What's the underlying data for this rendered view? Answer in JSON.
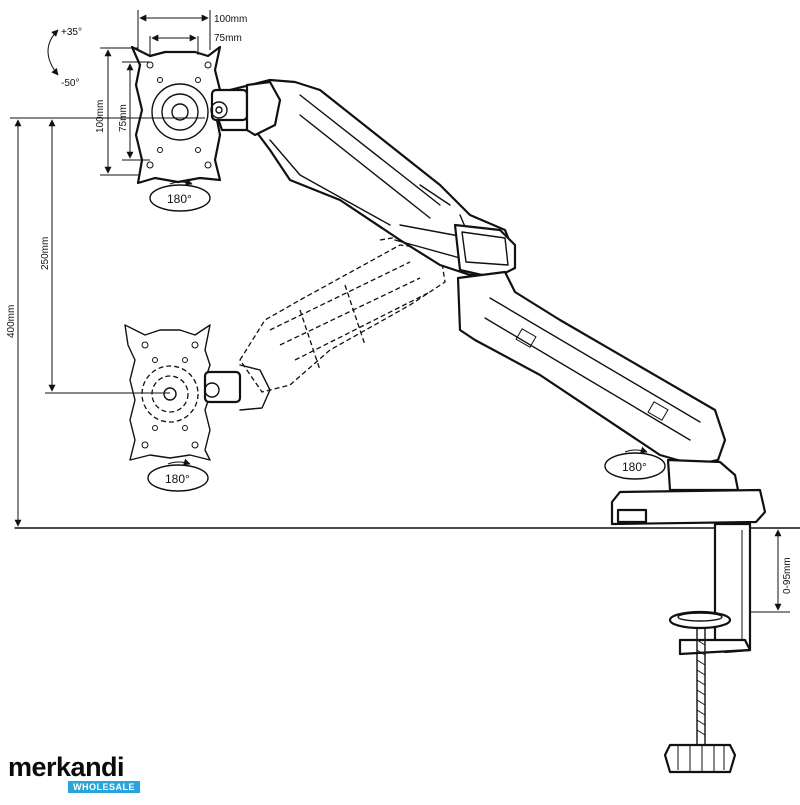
{
  "dimensions": {
    "vesa_width_max": "100mm",
    "vesa_width_min": "75mm",
    "vesa_height_max": "100mm",
    "vesa_height_min": "75mm",
    "height_range": "400mm",
    "arm_travel": "250mm",
    "clamp_range": "0-95mm"
  },
  "rotations": {
    "tilt_up": "+35°",
    "tilt_down": "-50°",
    "upper_plate_rotation": "180°",
    "lower_plate_rotation": "180°",
    "base_rotation": "180°"
  },
  "branding": {
    "brand": "merkandi",
    "badge": "WHOLESALE"
  },
  "colors": {
    "line": "#111111",
    "brand_blue": "#2aa5dc"
  }
}
